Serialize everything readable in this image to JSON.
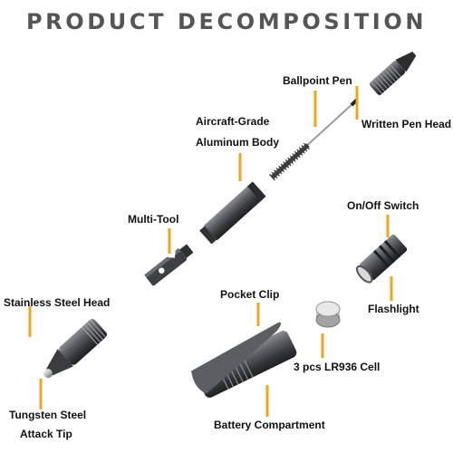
{
  "title": "PRODUCT DECOMPOSITION",
  "labels": {
    "ballpoint_pen": "Ballpoint Pen",
    "written_pen_head": "Written Pen Head",
    "body_line1": "Aircraft-Grade",
    "body_line2": "Aluminum Body",
    "on_off_switch": "On/Off Switch",
    "multi_tool": "Multi-Tool",
    "flashlight": "Flashlight",
    "pocket_clip": "Pocket Clip",
    "stainless_steel_head": "Stainless Steel Head",
    "battery_cell": "3 pcs LR936 Cell",
    "tip_line1": "Tungsten Steel",
    "tip_line2": "Attack Tip",
    "battery_compartment": "Battery Compartment"
  },
  "colors": {
    "accent": "#f2a51a",
    "title": "#555555",
    "metal": "#4a4d52"
  }
}
